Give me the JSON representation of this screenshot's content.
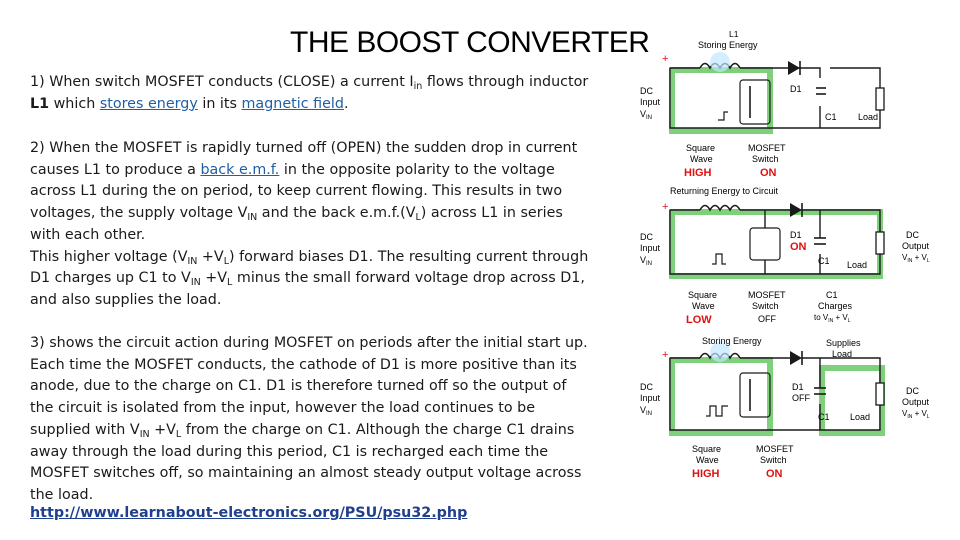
{
  "title": "THE BOOST CONVERTER",
  "p1": {
    "a": "1) When switch MOSFET conducts (CLOSE) a current I",
    "sub_in": "in",
    "b": " flows through inductor ",
    "l1": "L1",
    "c": " which ",
    "link1": "stores energy",
    "d": " in its ",
    "link2": "magnetic field",
    "e": "."
  },
  "p2": {
    "a": "2) When the MOSFET is rapidly turned off (OPEN) the sudden drop in current causes L1 to produce a ",
    "link": "back e.m.f.",
    "b": " in the opposite polarity to the voltage across L1 during the on period, to keep current flowing. This results in two voltages, the supply voltage V",
    "sub_in": "IN",
    "c": " and the back e.m.f.(V",
    "sub_l": "L",
    "d": ") across L1 in series with each other.",
    "e": "This higher voltage (V",
    "sub_in2": "IN",
    "f": " +V",
    "sub_l2": "L",
    "g": ") forward biases D1. The resulting current through D1 charges up C1 to V",
    "sub_in3": "IN",
    "h": " +V",
    "sub_l3": "L",
    "i": " minus the small forward voltage drop across D1, and also supplies the load."
  },
  "p3": {
    "a": "3) shows the circuit action during MOSFET on periods after the initial start up. Each time the MOSFET conducts, the cathode of D1 is more positive than its anode, due to the charge on C1. D1 is therefore turned off so the output of the circuit is isolated from the input, however the load continues to be supplied with V",
    "sub_in": "IN",
    "b": " +V",
    "sub_l": "L",
    "c": " from the charge on C1. Although the charge C1 drains away through the load during this period, C1 is recharged each time the MOSFET switches off, so maintaining an almost steady output voltage across the load."
  },
  "url": "http://www.learnabout-electronics.org/PSU/psu32.php",
  "diagrams": {
    "d1": {
      "l1": "L1",
      "storing": "Storing Energy",
      "dc": "DC",
      "input": "Input",
      "vin": "V",
      "vin_sub": "IN",
      "d1": "D1",
      "c1": "C1",
      "load": "Load",
      "square": "Square",
      "wave": "Wave",
      "mosfet": "MOSFET",
      "switch": "Switch",
      "high": "HIGH",
      "on": "ON"
    },
    "d2": {
      "returning": "Returning Energy to Circuit",
      "dc": "DC",
      "input": "Input",
      "vin": "V",
      "vin_sub": "IN",
      "d1": "D1",
      "on": "ON",
      "c1": "C1",
      "load": "Load",
      "dc_out": "DC",
      "output": "Output",
      "vout": "V",
      "vout_sub": "IN",
      "vout_rest": " + V",
      "vout_l": "L",
      "square": "Square",
      "wave": "Wave",
      "low": "LOW",
      "mosfet": "MOSFET",
      "switch": "Switch",
      "off": "OFF",
      "c1b": "C1",
      "charges": "Charges",
      "to": "to V",
      "to_sub": "IN",
      "to_rest": " + V",
      "to_l": "L"
    },
    "d3": {
      "storing": "Storing Energy",
      "supplies": "Supplies",
      "load_lbl": "Load",
      "dc": "DC",
      "input": "Input",
      "vin": "V",
      "vin_sub": "IN",
      "d1": "D1",
      "off": "OFF",
      "c1": "C1",
      "load": "Load",
      "dc_out": "DC",
      "output": "Output",
      "vout": "V",
      "vout_sub": "IN",
      "vout_rest": " + V",
      "vout_l": "L",
      "square": "Square",
      "wave": "Wave",
      "high": "HIGH",
      "mosfet": "MOSFET",
      "switch": "Switch",
      "on": "ON"
    }
  },
  "colors": {
    "green": "#7ed07a",
    "red": "#e01010",
    "wire": "#1a1a1a",
    "link": "#1f5fa6"
  }
}
